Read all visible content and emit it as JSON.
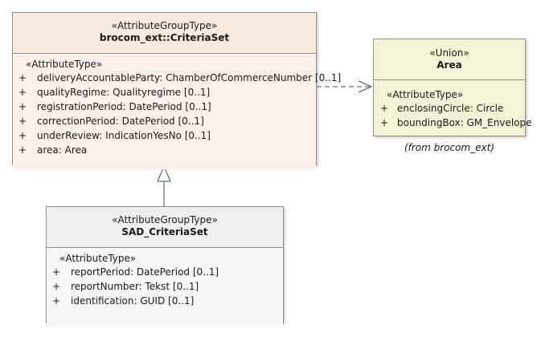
{
  "criteria_set": {
    "stereotype": "«AttributeGroupType»",
    "name": "brocom_ext::CriteriaSet",
    "section": "«AttributeType»",
    "attributes": [
      {
        "vis": "+",
        "text": "deliveryAccountableParty: ChamberOfCommerceNumber [0..1]"
      },
      {
        "vis": "+",
        "text": "qualityRegime: Qualityregime [0..1]"
      },
      {
        "vis": "+",
        "text": "registrationPeriod: DatePeriod [0..1]"
      },
      {
        "vis": "+",
        "text": "correctionPeriod: DatePeriod [0..1]"
      },
      {
        "vis": "+",
        "text": "underReview: IndicationYesNo [0..1]"
      },
      {
        "vis": "+",
        "text": "area: Area"
      }
    ]
  },
  "area": {
    "stereotype": "«Union»",
    "name": "Area",
    "section": "«AttributeType»",
    "attributes": [
      {
        "vis": "+",
        "text": "enclosingCircle: Circle"
      },
      {
        "vis": "+",
        "text": "boundingBox: GM_Envelope"
      }
    ],
    "note": "(from brocom_ext)"
  },
  "sad_criteria_set": {
    "stereotype": "«AttributeGroupType»",
    "name": "SAD_CriteriaSet",
    "section": "«AttributeType»",
    "attributes": [
      {
        "vis": "+",
        "text": "reportPeriod: DatePeriod [0..1]"
      },
      {
        "vis": "+",
        "text": "reportNumber: Tekst [0..1]"
      },
      {
        "vis": "+",
        "text": "identification: GUID [0..1]"
      }
    ]
  }
}
